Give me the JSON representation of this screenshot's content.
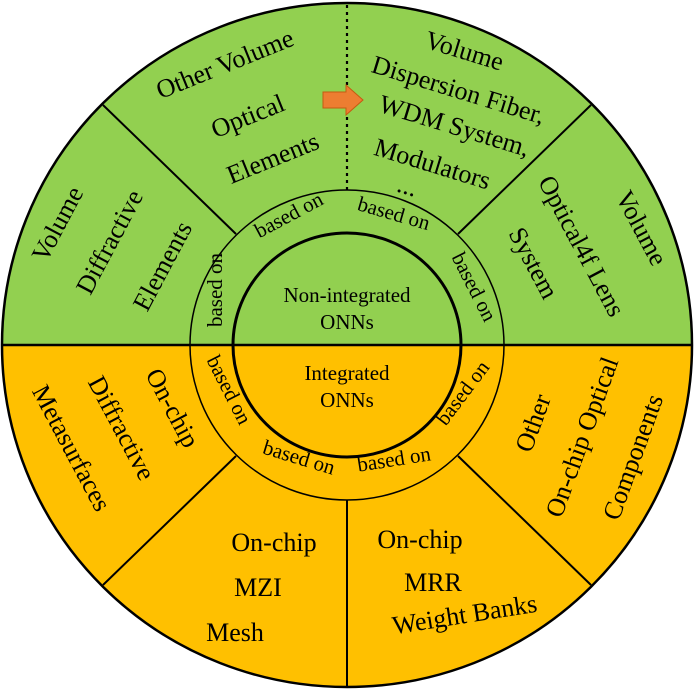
{
  "colors": {
    "non_integrated": "#92d050",
    "integrated": "#ffc000",
    "outline": "#000000",
    "arrow": "#ed7d31"
  },
  "center": {
    "top_line1": "Non-integrated",
    "top_line2": "ONNs",
    "bottom_line1": "Integrated",
    "bottom_line2": "ONNs"
  },
  "based_on": "based on",
  "sectors": {
    "volume_diffractive": [
      "Volume",
      "Diffractive",
      "Elements"
    ],
    "other_volume": [
      "Other Volume",
      "Optical",
      "Elements"
    ],
    "volume_dispersion": [
      "Volume",
      "Dispersion Fiber,",
      "WDM System,",
      "Modulators",
      "..."
    ],
    "volume_4f": [
      "Volume",
      "Optical4f Lens",
      "System"
    ],
    "onchip_diffractive": [
      "On-chip",
      "Diffractive",
      "Metasurfaces"
    ],
    "onchip_mzi": [
      "On-chip",
      "MZI",
      "Mesh"
    ],
    "onchip_mrr": [
      "On-chip",
      "MRR",
      "Weight Banks"
    ],
    "onchip_other": [
      "Other",
      "On-chip Optical",
      "Components"
    ]
  }
}
